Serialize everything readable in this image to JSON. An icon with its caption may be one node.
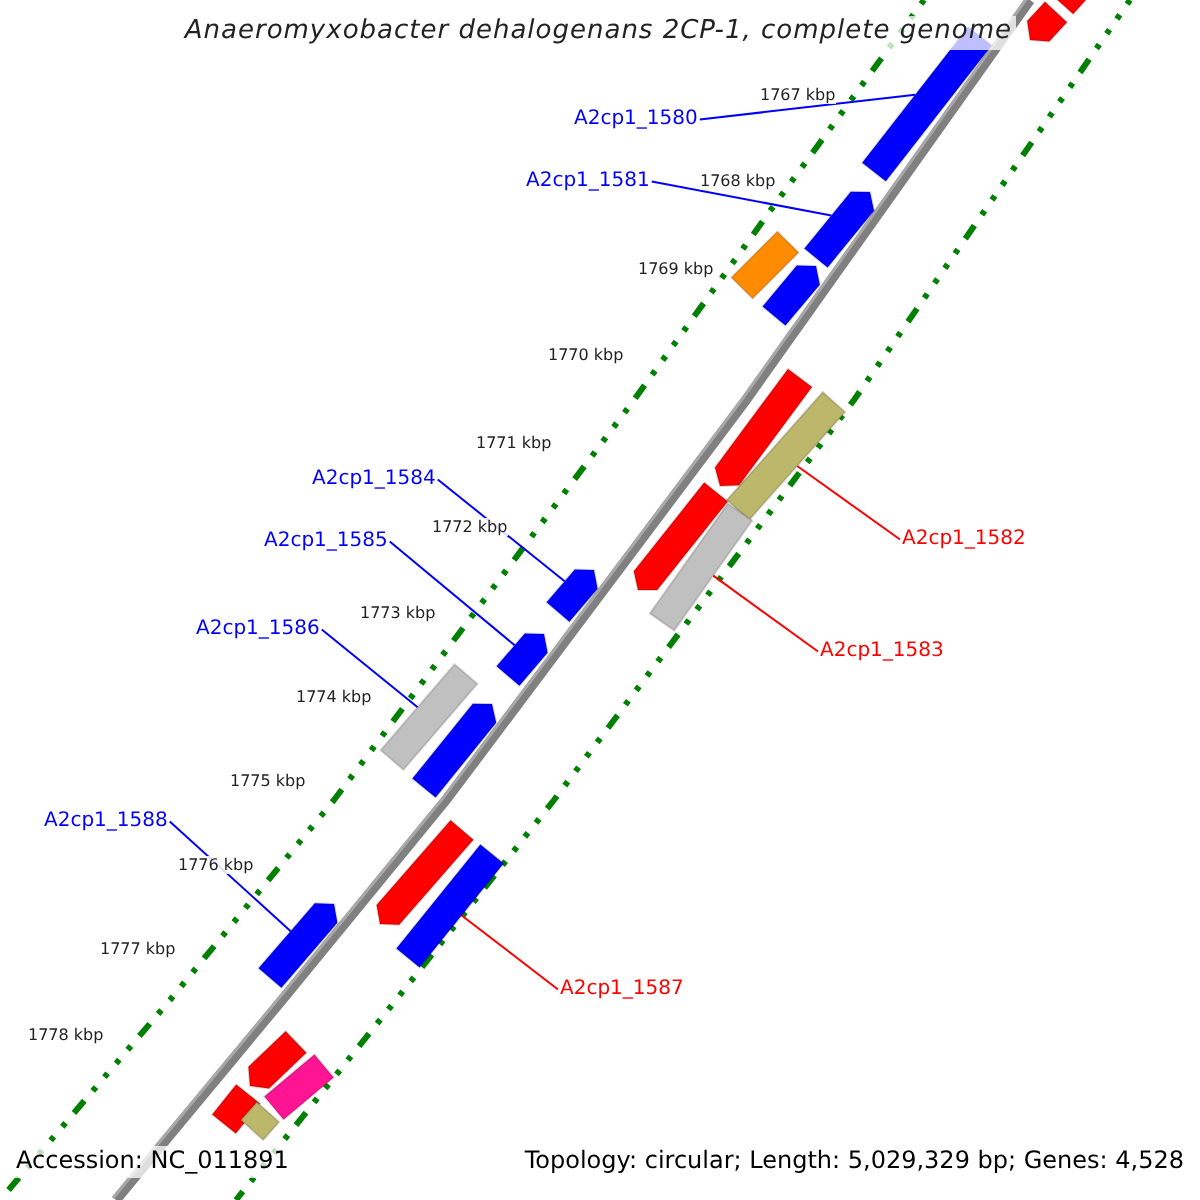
{
  "diagram": {
    "title": "Anaeromyxobacter dehalogenans 2CP-1, complete genome",
    "nodes": [
      {
        "text": [
          "A2cp1_1580"
        ]
      },
      {
        "text": [
          "A2cp1_1581"
        ]
      },
      {
        "text": [
          "A2cp1_1584"
        ]
      },
      {
        "text": [
          "A2cp1_1582"
        ]
      },
      {
        "text": [
          "A2cp1_1585"
        ]
      },
      {
        "text": [
          "A2cp1_1586"
        ]
      },
      {
        "text": [
          "A2cp1_1583"
        ]
      },
      {
        "text": [
          "A2cp1_1588"
        ]
      },
      {
        "text": [
          "A2cp1_1587"
        ]
      },
      {
        "text": [],
        "shape": "bar"
      },
      {
        "text": [],
        "shape": "bar"
      },
      {
        "text": [],
        "shape": "bar"
      },
      {
        "text": [],
        "shape": "bar"
      },
      {
        "text": [],
        "shape": "bar"
      },
      {
        "text": [],
        "shape": "bar"
      },
      {
        "text": [],
        "shape": "bar"
      },
      {
        "text": [],
        "shape": "bar"
      },
      {
        "text": [],
        "shape": "bar"
      },
      {
        "text": [],
        "shape": "bar"
      },
      {
        "text": [],
        "shape": "bar"
      },
      {
        "text": [],
        "shape": "bar"
      },
      {
        "text": [],
        "shape": "bar"
      },
      {
        "text": [],
        "shape": "bar"
      },
      {
        "text": [],
        "shape": "bar"
      },
      {
        "text": [],
        "shape": "bar"
      },
      {
        "text": [],
        "shape": "bar"
      },
      {
        "text": [],
        "shape": "bar"
      },
      {
        "text": [],
        "shape": "bar"
      },
      {
        "text": [],
        "shape": "bar"
      },
      {
        "text": [],
        "shape": "bar"
      }
    ],
    "edges": [
      {
        "from": 0,
        "to": 9,
        "arrow": "none"
      },
      {
        "from": 1,
        "to": 10,
        "arrow": "none"
      },
      {
        "from": 3,
        "to": 11,
        "arrow": "none",
        "color": "#ff0000"
      },
      {
        "from": 2,
        "to": 12,
        "arrow": "none"
      },
      {
        "from": 6,
        "to": 13,
        "arrow": "none",
        "color": "#ff0000"
      },
      {
        "from": 4,
        "to": 14,
        "arrow": "none"
      },
      {
        "from": 5,
        "to": 15,
        "arrow": "none"
      },
      {
        "from": 8,
        "to": 16,
        "arrow": "none",
        "color": "#ff0000"
      },
      {
        "from": 7,
        "to": 17,
        "arrow": "none"
      }
    ],
    "labels": [
      "1767 kbp",
      "1768 kbp",
      "1769 kbp",
      "1770 kbp",
      "1771 kbp",
      "1772 kbp",
      "1773 kbp",
      "1774 kbp",
      "1775 kbp",
      "1776 kbp",
      "1777 kbp",
      "1778 kbp",
      "Accession: NC_011891",
      "Topology: circular; Length: 5,029,329 bp; Genes: 4,528"
    ]
  }
}
